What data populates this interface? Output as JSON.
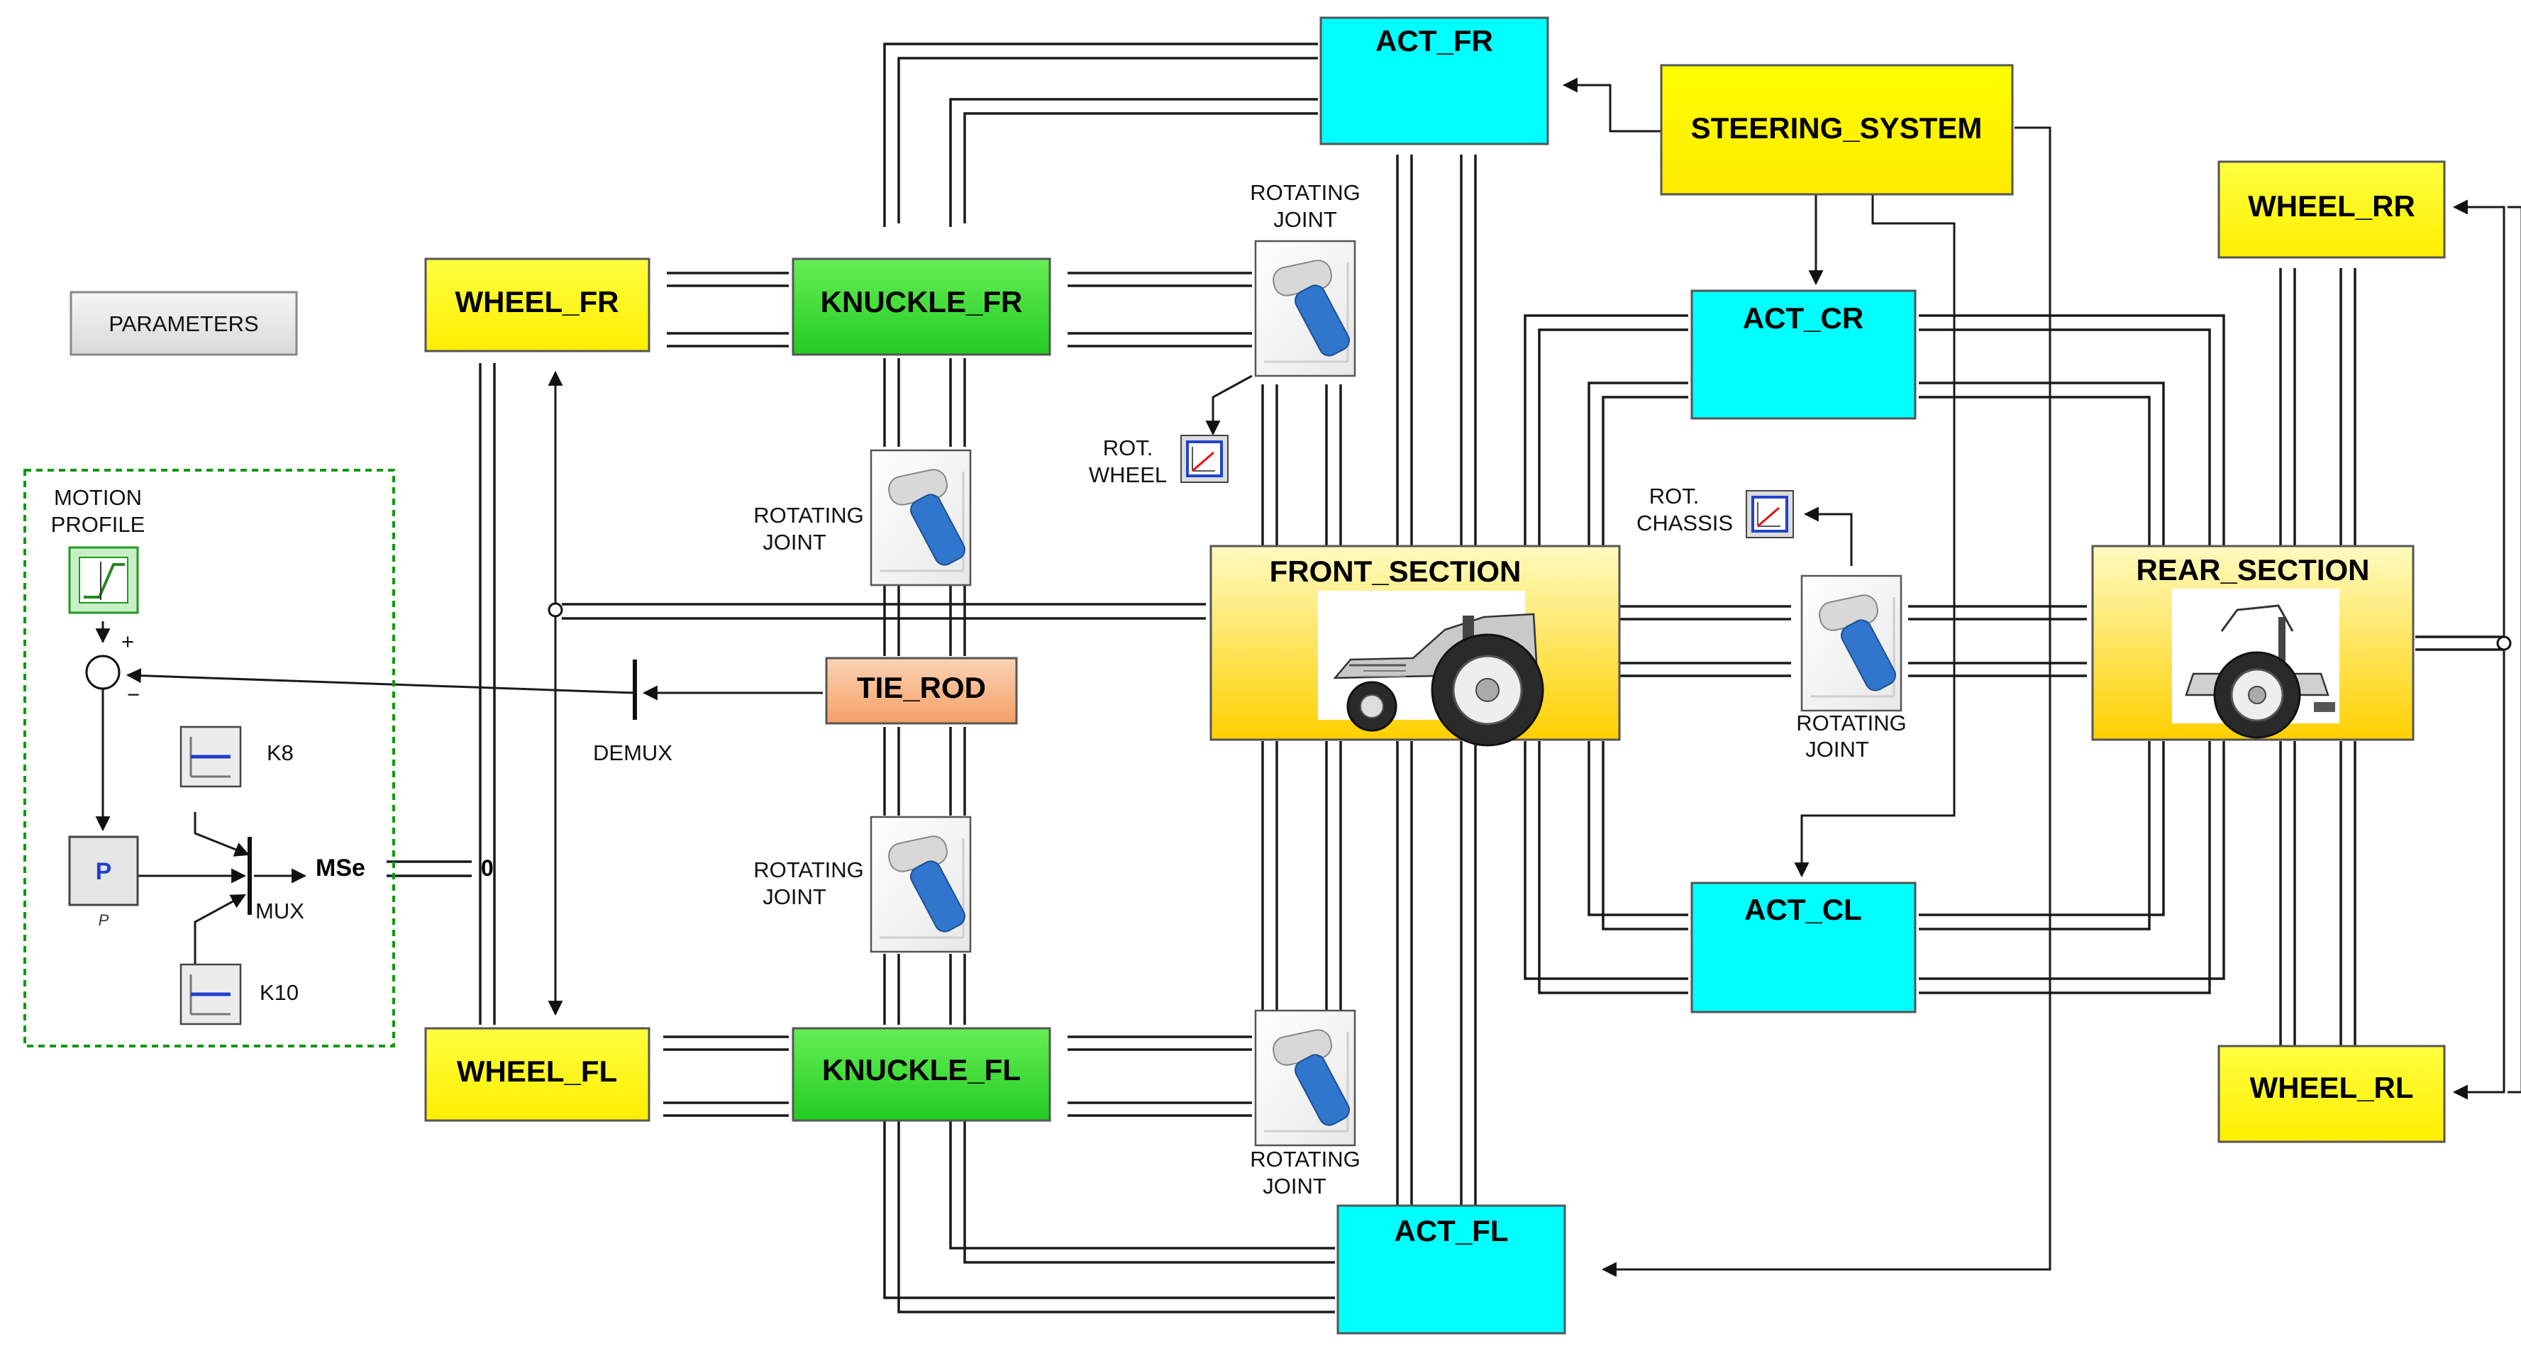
{
  "parameters_button": "PARAMETERS",
  "blocks": {
    "wheel_fr": "WHEEL_FR",
    "wheel_fl": "WHEEL_FL",
    "wheel_rr": "WHEEL_RR",
    "wheel_rl": "WHEEL_RL",
    "knuckle_fr": "KNUCKLE_FR",
    "knuckle_fl": "KNUCKLE_FL",
    "act_fr": "ACT_FR",
    "act_fl": "ACT_FL",
    "act_cr": "ACT_CR",
    "act_cl": "ACT_CL",
    "steering_system": "STEERING_SYSTEM",
    "front_section": "FRONT_SECTION",
    "rear_section": "REAR_SECTION",
    "tie_rod": "TIE_ROD"
  },
  "labels": {
    "rotating_joint_1": "ROTATING",
    "rotating_joint_2": "JOINT",
    "rot_wheel_1": "ROT.",
    "rot_wheel_2": "WHEEL",
    "rot_chassis_1": "ROT.",
    "rot_chassis_2": "CHASSIS",
    "motion_profile_1": "MOTION",
    "motion_profile_2": "PROFILE",
    "plus": "+",
    "minus": "−",
    "k8": "K8",
    "k10": "K10",
    "p_block": "P",
    "p_caption": "P",
    "mux": "MUX",
    "mse": "MSe",
    "zero": "0",
    "demux": "DEMUX"
  },
  "colors": {
    "wheel_fill": "#ffff22",
    "knuckle_fill": "#33dd33",
    "act_fill": "#00ffff",
    "section_gradient_top": "#fffbc0",
    "section_gradient_bottom": "#ffd000",
    "tie_rod_fill": "#f4b183",
    "controller_border": "#119911"
  }
}
